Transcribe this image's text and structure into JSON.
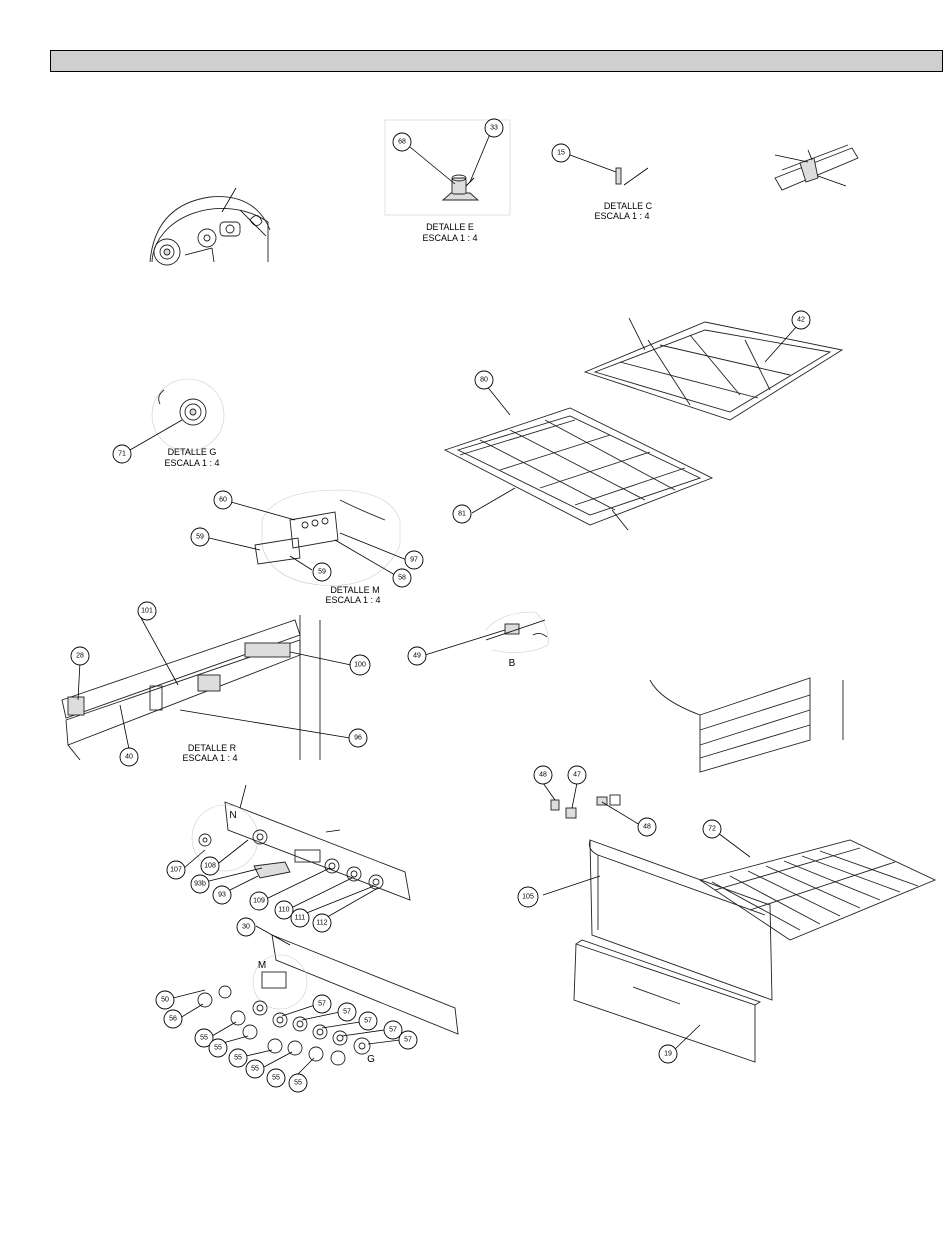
{
  "header": {
    "title": ""
  },
  "details": {
    "e": {
      "line1": "DETALLE E",
      "line2": "ESCALA 1 : 4"
    },
    "c": {
      "line1": "DETALLE C",
      "line2": "ESCALA 1 : 4"
    },
    "g": {
      "line1": "DETALLE G",
      "line2": "ESCALA 1 : 4"
    },
    "m": {
      "line1": "DETALLE M",
      "line2": "ESCALA 1 : 4"
    },
    "r": {
      "line1": "DETALLE R",
      "line2": "ESCALA 1 : 4"
    }
  },
  "letters": {
    "n": "N",
    "m": "M",
    "g": "G",
    "b": "B"
  },
  "callouts": {
    "c68": "68",
    "c33": "33",
    "c15": "15",
    "c42": "42",
    "c80": "80",
    "c81": "81",
    "c71": "71",
    "c60": "60",
    "c59a": "59",
    "c59b": "59",
    "c97": "97",
    "c58": "58",
    "c101": "101",
    "c28": "28",
    "c100": "100",
    "c40": "40",
    "c96": "96",
    "c49": "49",
    "c48a": "48",
    "c47": "47",
    "c48b": "48",
    "c72": "72",
    "c105": "105",
    "c19": "19",
    "c107": "107",
    "c108": "108",
    "c93b": "93b",
    "c93": "93",
    "c109": "109",
    "c110": "110",
    "c111": "111",
    "c112": "112",
    "c30": "30",
    "c50": "50",
    "c56": "56",
    "c55a": "55",
    "c55b": "55",
    "c55c": "55",
    "c55d": "55",
    "c55e": "55",
    "c55f": "55",
    "c57a": "57",
    "c57b": "57",
    "c57c": "57",
    "c57d": "57",
    "c57e": "57"
  }
}
